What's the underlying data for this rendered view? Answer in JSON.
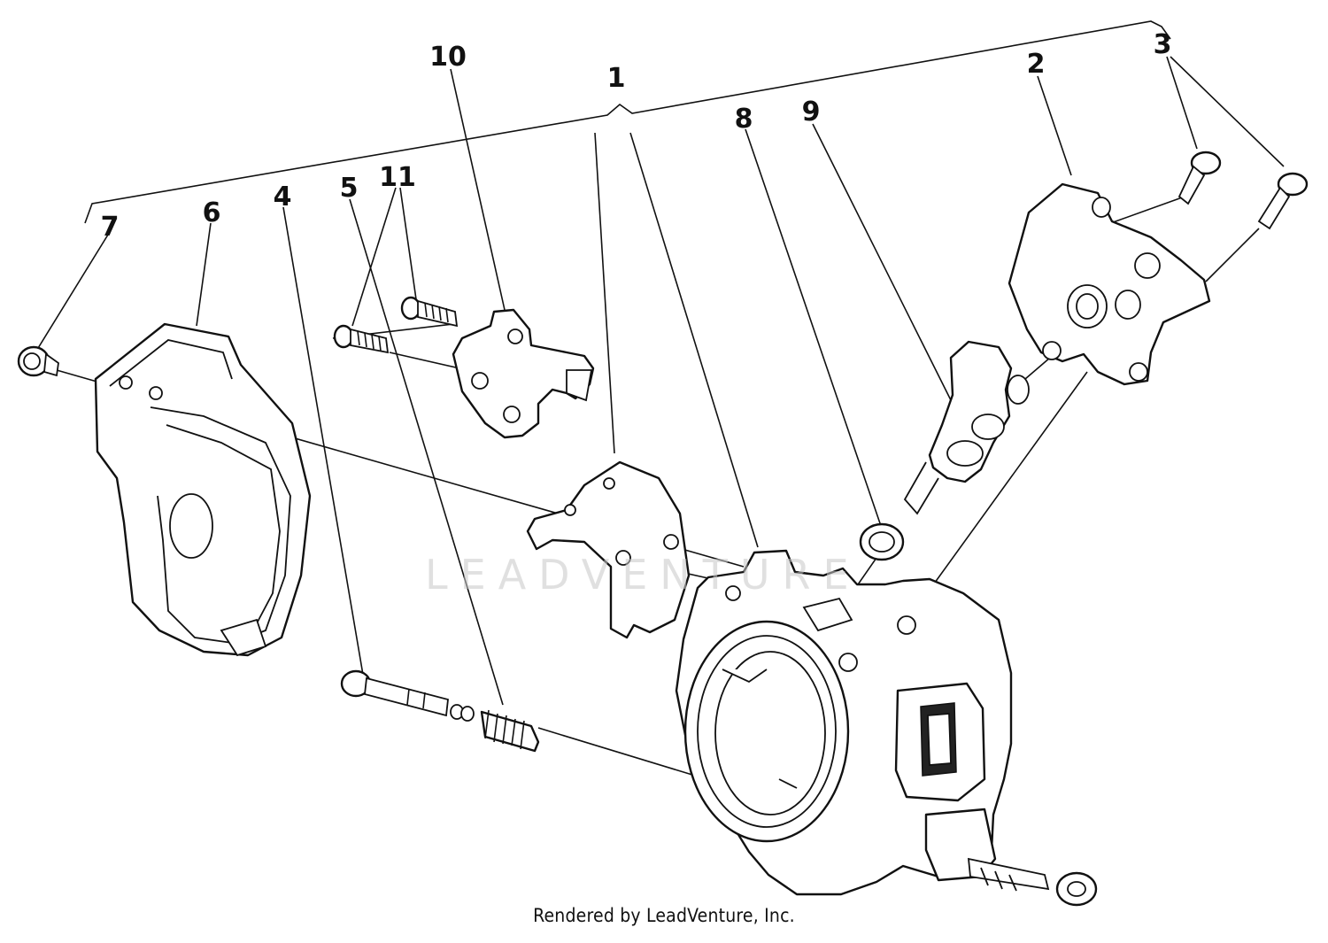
{
  "diagram": {
    "callouts": [
      {
        "id": "1",
        "text": "1"
      },
      {
        "id": "2",
        "text": "2"
      },
      {
        "id": "3",
        "text": "3"
      },
      {
        "id": "4",
        "text": "4"
      },
      {
        "id": "5",
        "text": "5"
      },
      {
        "id": "6",
        "text": "6"
      },
      {
        "id": "7",
        "text": "7"
      },
      {
        "id": "8",
        "text": "8"
      },
      {
        "id": "9",
        "text": "9"
      },
      {
        "id": "10",
        "text": "10"
      },
      {
        "id": "11",
        "text": "11"
      }
    ]
  },
  "watermark": "LEADVENTURE",
  "footer": "Rendered by LeadVenture, Inc."
}
